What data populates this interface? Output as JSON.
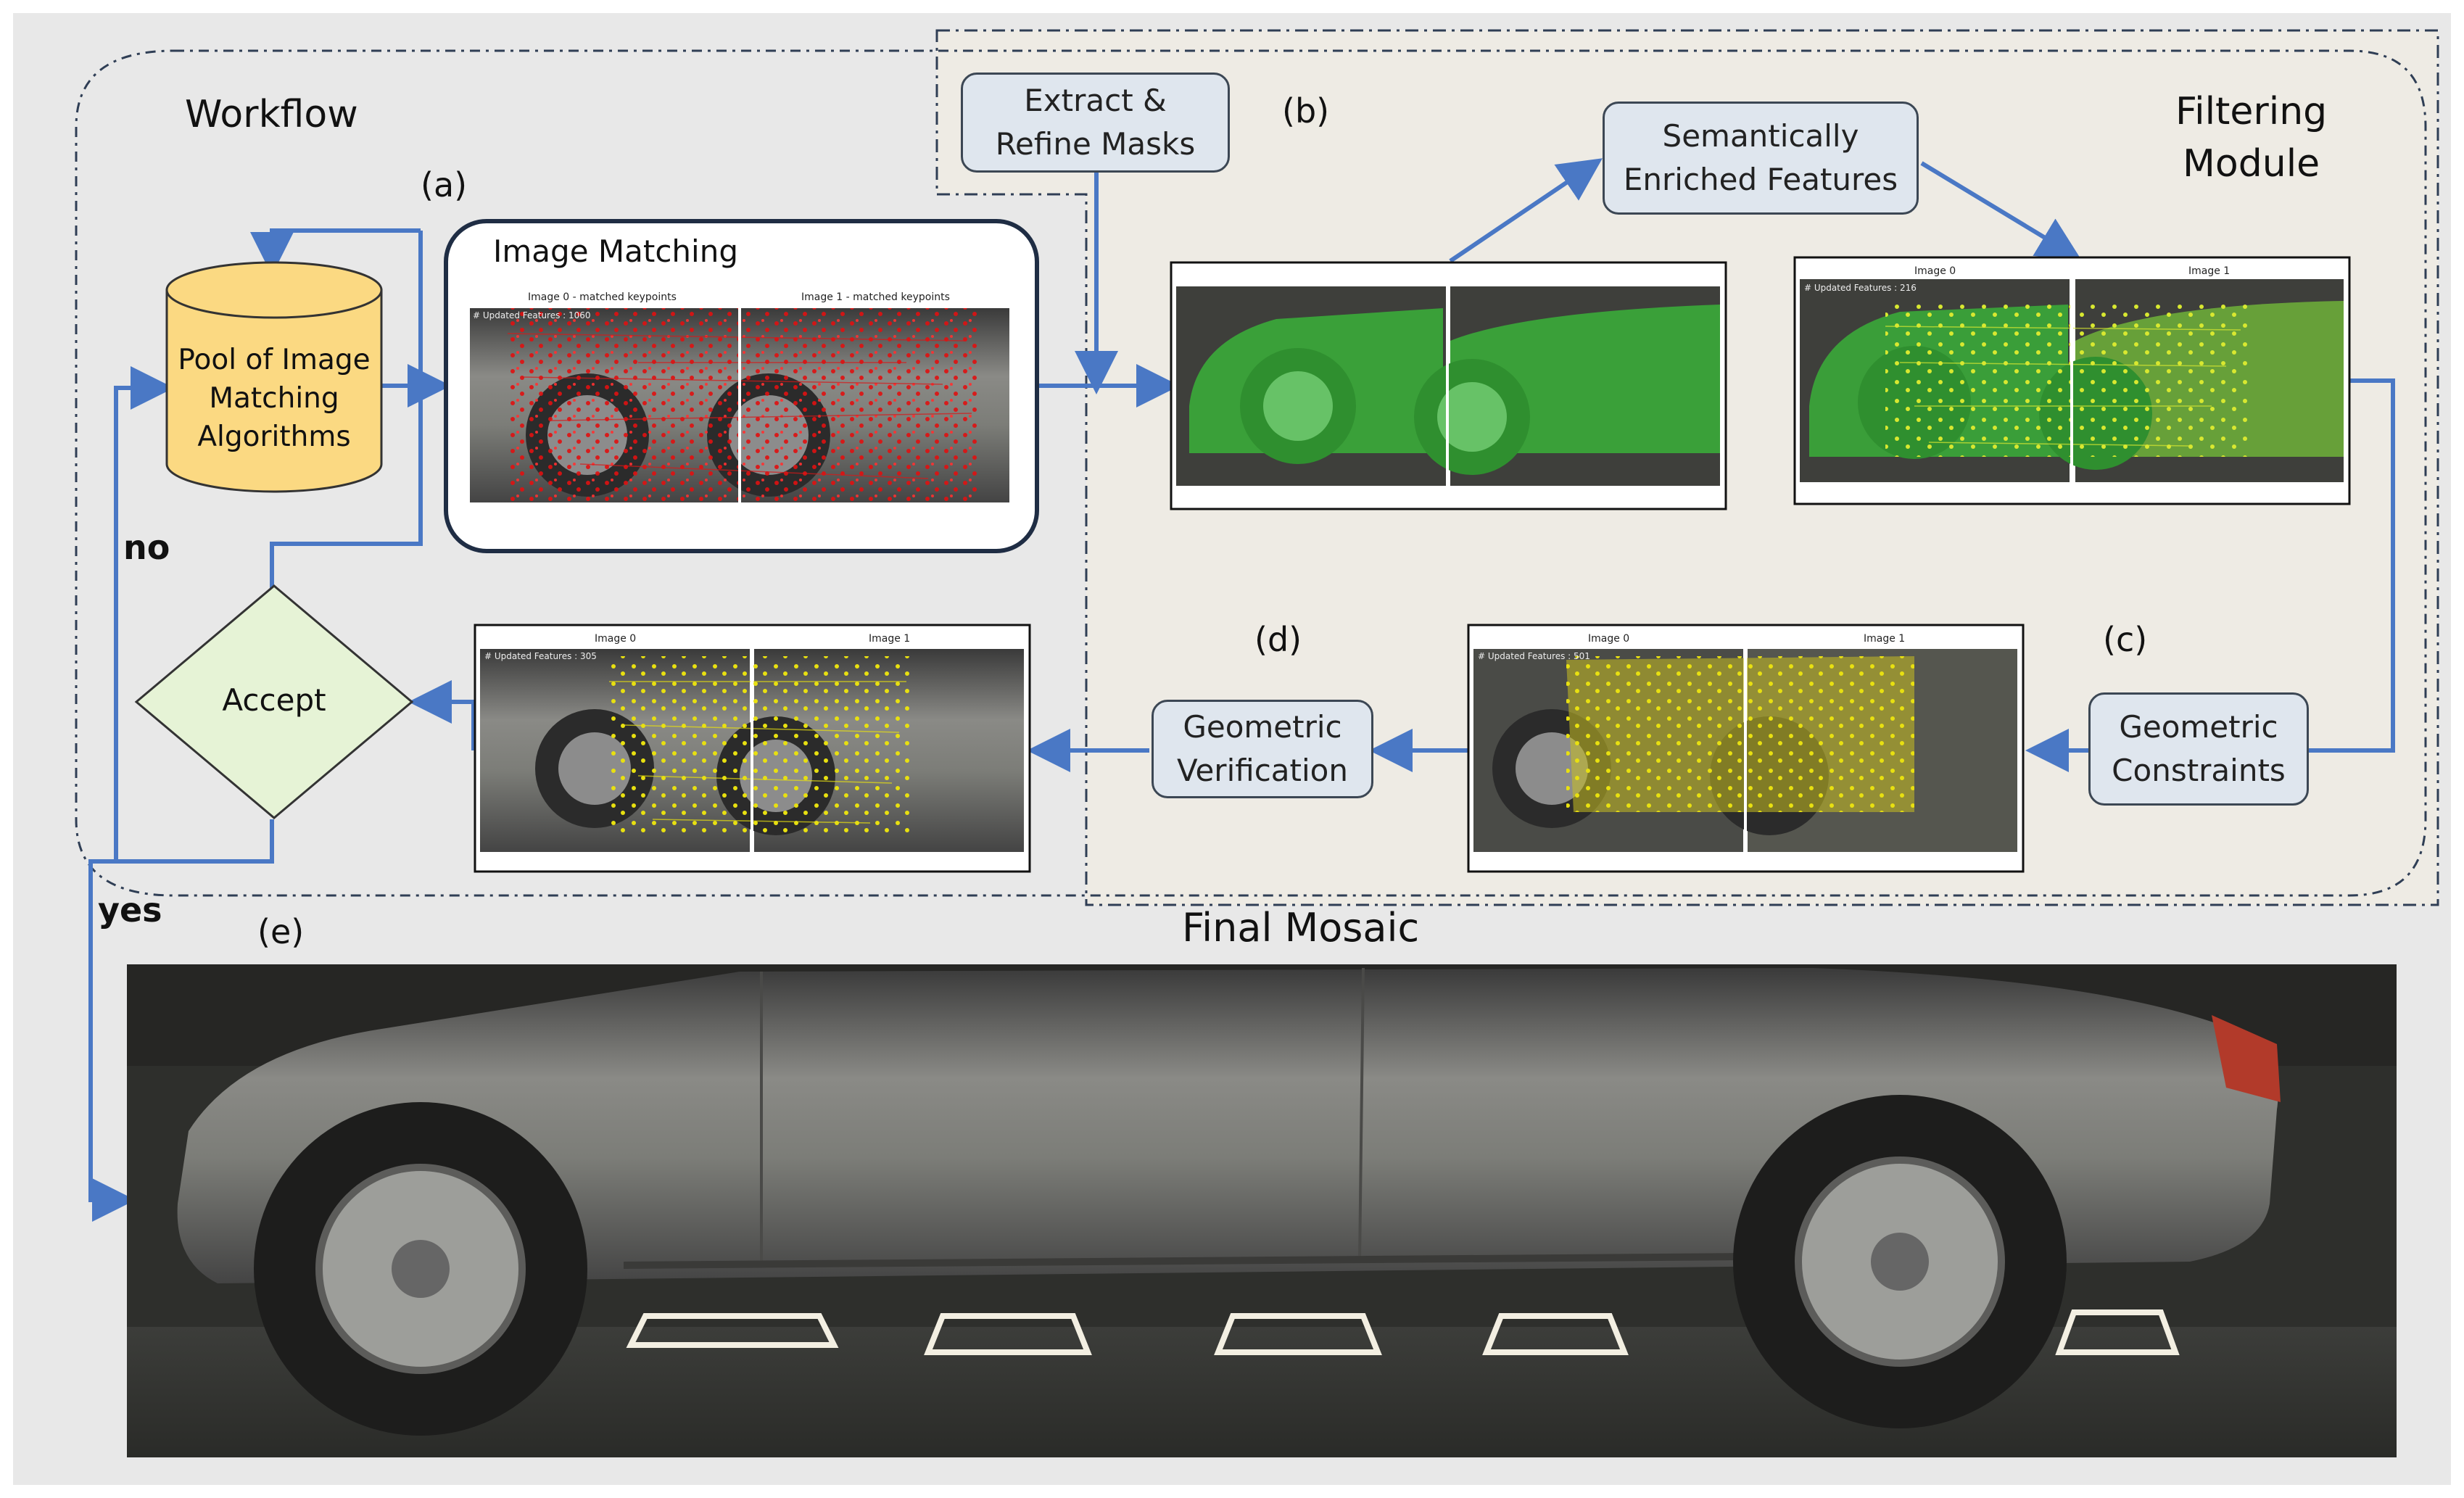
{
  "workflow": {
    "title": "Workflow",
    "pool_label": "Pool of Image\nMatching\nAlgorithms",
    "accept_label": "Accept",
    "no_label": "no",
    "yes_label": "yes",
    "image_matching_title": "Image Matching"
  },
  "filtering": {
    "title": "Filtering\nModule",
    "extract_label": "Extract &\nRefine Masks",
    "semantic_label": "Semantically\nEnriched Features",
    "constraints_label": "Geometric\nConstraints",
    "verification_label": "Geometric\nVerification"
  },
  "steps": {
    "a": "(a)",
    "b": "(b)",
    "c": "(c)",
    "d": "(d)",
    "e": "(e)"
  },
  "mosaic": {
    "title": "Final Mosaic"
  },
  "panels": {
    "matching": {
      "left": "Image 0 - matched keypoints",
      "right": "Image 1 - matched keypoints",
      "features": "# Updated Features : 1060"
    },
    "semantic": {
      "left": "Image 0",
      "right": "Image 1",
      "features": "# Updated Features : 216"
    },
    "constraints": {
      "left": "Image 0",
      "right": "Image 1",
      "features": "# Updated Features : 501"
    },
    "verified": {
      "left": "Image 0",
      "right": "Image 1",
      "features": "# Updated Features : 305"
    }
  },
  "colors": {
    "arrow": "#4a78c5",
    "keypoint_red": "#e01010",
    "keypoint_yellow": "#e8e010",
    "mask_green": "#3aa83a",
    "accept_fill": "#e6f3d6",
    "pool_fill": "#fbd982"
  }
}
